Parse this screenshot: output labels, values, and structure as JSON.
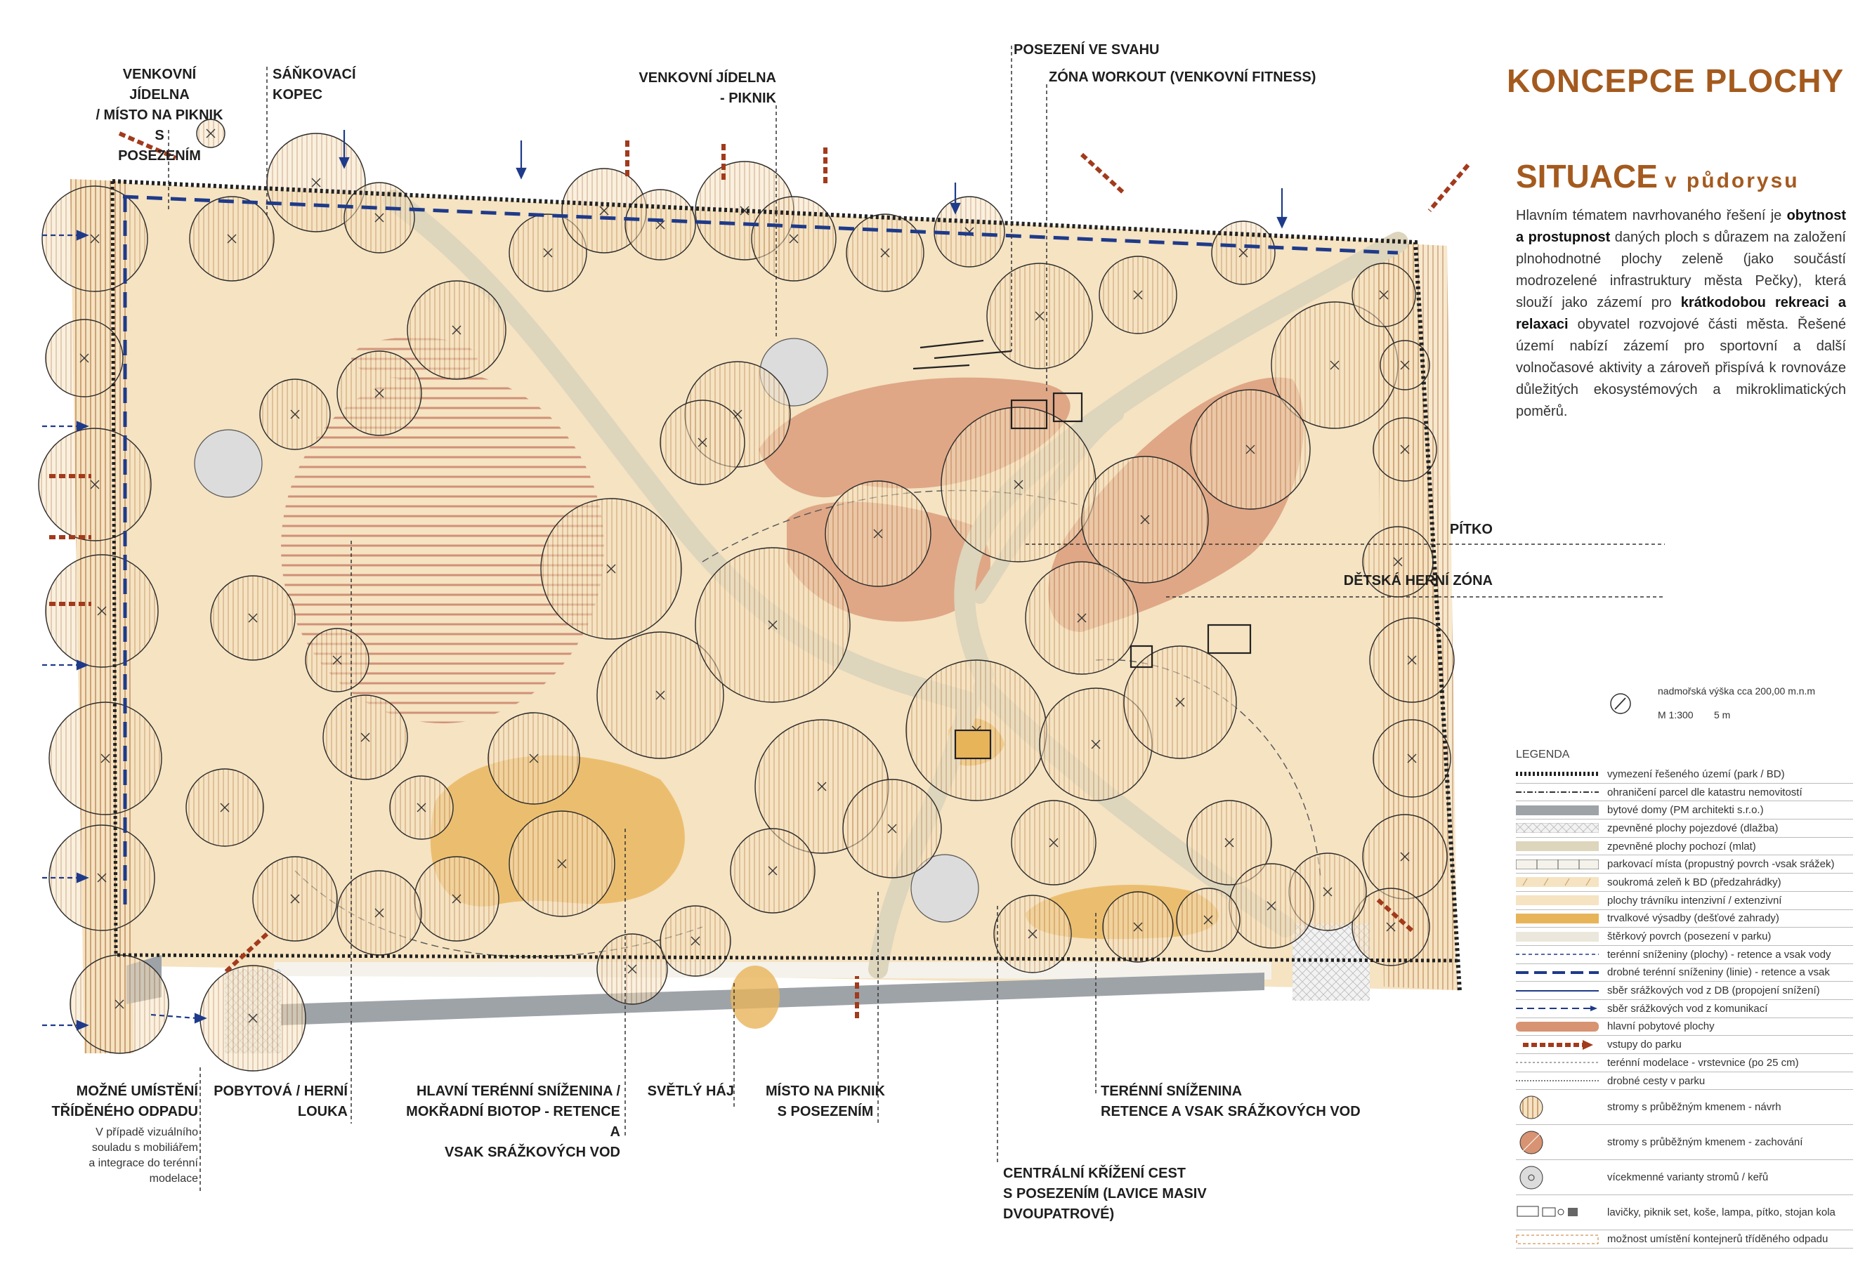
{
  "header": {
    "title": "KONCEPCE PLOCHY",
    "subtitle_big": "SITUACE",
    "subtitle_small": "v půdorysu"
  },
  "description": {
    "p1": "Hlavním tématem navrhovaného řešení je ",
    "b1": "obytnost a prostupnost",
    "p2": " daných ploch s důrazem na založení plnohodnotné plochy zeleně (jako součástí modrozelené infrastruktury města Pečky), která slouží jako zázemí pro ",
    "b2": "krátkodobou rekreaci a relaxaci",
    "p3": " obyvatel rozvojové části města. Řešené území nabízí zázemí pro sportovní a další volnočasové aktivity a zároveň přispívá k rovnováze důležitých ekosystémových a mikroklimatických poměrů."
  },
  "scale": {
    "altitude": "nadmořská výška cca 200,00 m.n.m",
    "ratio": "M 1:300",
    "bar": "5 m"
  },
  "labels": {
    "venkovni_jidelna_1": "VENKOVNÍ JÍDELNA\n/ MÍSTO NA PIKNIK S\nPOSEZENÍM",
    "sankovaci_kopec": "SÁŇKOVACÍ\nKOPEC",
    "venkovni_jidelna_2": "VENKOVNÍ JÍDELNA\n- PIKNIK",
    "posezeni_ve_svahu": "POSEZENÍ VE SVAHU",
    "zona_workout": "ZÓNA WORKOUT (VENKOVNÍ FITNESS)",
    "pitko": "PÍTKO",
    "detska_zona": "DĚTSKÁ HERNÍ ZÓNA",
    "mozne_umisteni": "MOŽNÉ UMÍSTĚNÍ\nTŘÍDĚNÉHO ODPADU",
    "mozne_umisteni_note": "V případě vizuálního\nsouladu s mobiliářem\na integrace do terénní\nmodelace",
    "pobytova_louka": "POBYTOVÁ / HERNÍ\nLOUKA",
    "hlavni_snizenina": "HLAVNÍ TERÉNNÍ SNÍŽENINA /\nMOKŘADNÍ BIOTOP - RETENCE A\nVSAK SRÁŽKOVÝCH VOD",
    "svetly_haj": "SVĚTLÝ HÁJ",
    "misto_piknik": "MÍSTO NA PIKNIK\nS POSEZENÍM",
    "terenni_snizenina": "TERÉNNÍ SNÍŽENINA\nRETENCE A VSAK SRÁŽKOVÝCH VOD",
    "centralni_krizeni": "CENTRÁLNÍ KŘÍŽENÍ CEST\nS POSEZENÍM (LAVICE MASIV\nDVOUPATROVÉ)"
  },
  "legend": {
    "title": "LEGENDA",
    "items": [
      {
        "text": "vymezení řešeného území (park / BD)"
      },
      {
        "text": "ohraničení parcel dle katastru nemovitostí"
      },
      {
        "text": "bytové domy (PM architekti s.r.o.)"
      },
      {
        "text": "zpevněné plochy pojezdové (dlažba)"
      },
      {
        "text": "zpevněné plochy pochozí (mlat)"
      },
      {
        "text": "parkovací místa (propustný povrch -vsak srážek)"
      },
      {
        "text": "soukromá zeleň k BD (předzahrádky)"
      },
      {
        "text": "plochy trávníku intenzivní / extenzivní"
      },
      {
        "text": "trvalkové výsadby (dešťové zahrady)"
      },
      {
        "text": "štěrkový povrch (posezení v parku)"
      },
      {
        "text": "terénní sníženiny (plochy) - retence a vsak vody"
      },
      {
        "text": "drobné terénní sníženiny (linie) - retence a vsak"
      },
      {
        "text": "sběr srážkových vod z DB (propojení snížení)"
      },
      {
        "text": "sběr srážkových vod z komunikací"
      },
      {
        "text": "hlavní pobytové plochy"
      },
      {
        "text": "vstupy do parku"
      },
      {
        "text": "terénní modelace - vrstevnice (po 25 cm)"
      },
      {
        "text": "drobné cesty v parku"
      },
      {
        "text": "stromy s průběžným kmenem - návrh"
      },
      {
        "text": "stromy s průběžným kmenem - zachování"
      },
      {
        "text": "vícekmenné varianty stromů / keřů"
      },
      {
        "text": "lavičky, piknik set, koše, lampa, pítko, stojan kola"
      },
      {
        "text": "možnost umístění kontejnerů tříděného odpadu"
      }
    ]
  },
  "colors": {
    "accent": "#a45a1e",
    "lawn": "#f5e3c2",
    "path": "#ddd5bc",
    "activity": "#d79372",
    "perennial": "#e8b45a",
    "building": "#9ea3a8",
    "water": "#1e3a8a",
    "boundary": "#222222",
    "entry_arrow": "#a23a1c"
  }
}
